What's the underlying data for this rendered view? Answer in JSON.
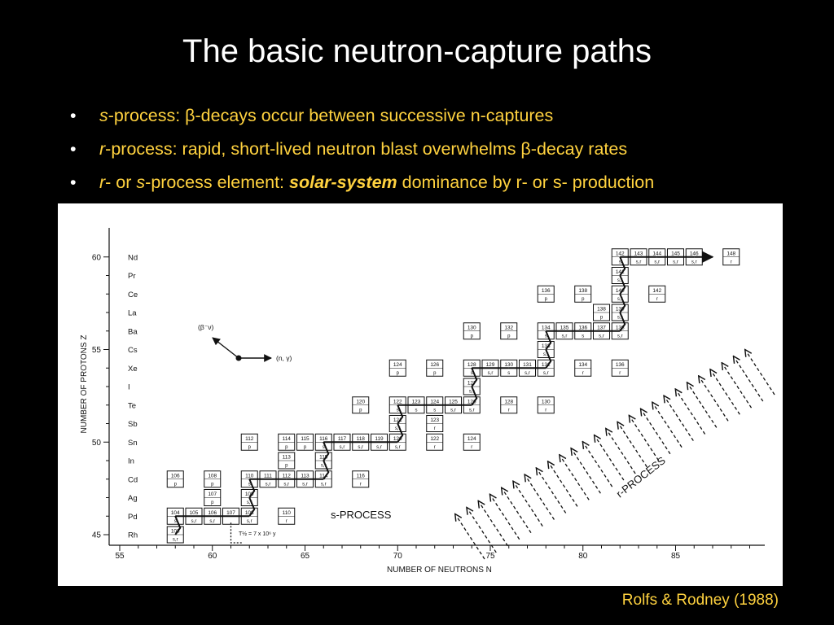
{
  "slide": {
    "title": "The basic neutron-capture paths",
    "bullets": [
      {
        "parts": [
          {
            "text": "s",
            "style": "italic"
          },
          {
            "text": "-process: β-decays occur between successive n-captures",
            "style": "normal"
          }
        ]
      },
      {
        "parts": [
          {
            "text": "r",
            "style": "italic"
          },
          {
            "text": "-process: rapid, short-lived neutron blast overwhelms β-decay rates",
            "style": "normal"
          }
        ]
      },
      {
        "parts": [
          {
            "text": "r",
            "style": "italic"
          },
          {
            "text": "- or ",
            "style": "normal"
          },
          {
            "text": "s",
            "style": "italic"
          },
          {
            "text": "-process element: ",
            "style": "normal"
          },
          {
            "text": "solar-system",
            "style": "bold-italic"
          },
          {
            "text": " dominance by r- or s- production",
            "style": "normal"
          }
        ]
      }
    ],
    "bullet_symbol": "•",
    "citation": "Rolfs & Rodney (1988)",
    "colors": {
      "background": "#000000",
      "title": "#ffffff",
      "text": "#ffd23f"
    }
  },
  "figure": {
    "x_axis_label": "NUMBER OF NEUTRONS N",
    "y_axis_label": "NUMBER OF PROTONS Z",
    "x_ticks": [
      55,
      60,
      65,
      70,
      75,
      80,
      85
    ],
    "y_ticks": [
      45,
      50,
      55,
      60
    ],
    "elements": [
      {
        "z": 45,
        "symbol": "Rh"
      },
      {
        "z": 46,
        "symbol": "Pd"
      },
      {
        "z": 47,
        "symbol": "Ag"
      },
      {
        "z": 48,
        "symbol": "Cd"
      },
      {
        "z": 49,
        "symbol": "In"
      },
      {
        "z": 50,
        "symbol": "Sn"
      },
      {
        "z": 51,
        "symbol": "Sb"
      },
      {
        "z": 52,
        "symbol": "Te"
      },
      {
        "z": 53,
        "symbol": "I"
      },
      {
        "z": 54,
        "symbol": "Xe"
      },
      {
        "z": 55,
        "symbol": "Cs"
      },
      {
        "z": 56,
        "symbol": "Ba"
      },
      {
        "z": 57,
        "symbol": "La"
      },
      {
        "z": 58,
        "symbol": "Ce"
      },
      {
        "z": 59,
        "symbol": "Pr"
      },
      {
        "z": 60,
        "symbol": "Nd"
      }
    ],
    "isotopes": [
      {
        "z": 45,
        "n": 58,
        "a": "103",
        "o": "s,r"
      },
      {
        "z": 46,
        "n": 58,
        "a": "104",
        "o": "s"
      },
      {
        "z": 46,
        "n": 59,
        "a": "105",
        "o": "s,r"
      },
      {
        "z": 46,
        "n": 60,
        "a": "106",
        "o": "s,r"
      },
      {
        "z": 46,
        "n": 61,
        "a": "107",
        "o": ""
      },
      {
        "z": 46,
        "n": 62,
        "a": "108",
        "o": "s,r"
      },
      {
        "z": 46,
        "n": 64,
        "a": "110",
        "o": "r"
      },
      {
        "z": 47,
        "n": 60,
        "a": "107",
        "o": "p"
      },
      {
        "z": 47,
        "n": 62,
        "a": "109",
        "o": "s,r"
      },
      {
        "z": 48,
        "n": 58,
        "a": "106",
        "o": "p"
      },
      {
        "z": 48,
        "n": 60,
        "a": "108",
        "o": "p"
      },
      {
        "z": 48,
        "n": 62,
        "a": "110",
        "o": "s"
      },
      {
        "z": 48,
        "n": 63,
        "a": "111",
        "o": "s,r"
      },
      {
        "z": 48,
        "n": 64,
        "a": "112",
        "o": "s,r"
      },
      {
        "z": 48,
        "n": 65,
        "a": "113",
        "o": "s,r"
      },
      {
        "z": 48,
        "n": 66,
        "a": "114",
        "o": "s,r"
      },
      {
        "z": 48,
        "n": 68,
        "a": "116",
        "o": "r"
      },
      {
        "z": 49,
        "n": 64,
        "a": "113",
        "o": "p"
      },
      {
        "z": 49,
        "n": 66,
        "a": "115",
        "o": "s,r"
      },
      {
        "z": 50,
        "n": 62,
        "a": "112",
        "o": "p"
      },
      {
        "z": 50,
        "n": 64,
        "a": "114",
        "o": "p"
      },
      {
        "z": 50,
        "n": 65,
        "a": "115",
        "o": "p"
      },
      {
        "z": 50,
        "n": 66,
        "a": "116",
        "o": "s"
      },
      {
        "z": 50,
        "n": 67,
        "a": "117",
        "o": "s,r"
      },
      {
        "z": 50,
        "n": 68,
        "a": "118",
        "o": "s,r"
      },
      {
        "z": 50,
        "n": 69,
        "a": "119",
        "o": "s,r"
      },
      {
        "z": 50,
        "n": 70,
        "a": "120",
        "o": "s,r"
      },
      {
        "z": 50,
        "n": 72,
        "a": "122",
        "o": "r"
      },
      {
        "z": 50,
        "n": 74,
        "a": "124",
        "o": "r"
      },
      {
        "z": 51,
        "n": 70,
        "a": "121",
        "o": "s,r"
      },
      {
        "z": 51,
        "n": 72,
        "a": "123",
        "o": "r"
      },
      {
        "z": 52,
        "n": 68,
        "a": "120",
        "o": "p"
      },
      {
        "z": 52,
        "n": 70,
        "a": "122",
        "o": "s"
      },
      {
        "z": 52,
        "n": 71,
        "a": "123",
        "o": "s"
      },
      {
        "z": 52,
        "n": 72,
        "a": "124",
        "o": "s"
      },
      {
        "z": 52,
        "n": 73,
        "a": "125",
        "o": "s,r"
      },
      {
        "z": 52,
        "n": 74,
        "a": "126",
        "o": "s,r"
      },
      {
        "z": 52,
        "n": 76,
        "a": "128",
        "o": "r"
      },
      {
        "z": 52,
        "n": 78,
        "a": "130",
        "o": "r"
      },
      {
        "z": 53,
        "n": 74,
        "a": "127",
        "o": "s,r"
      },
      {
        "z": 54,
        "n": 70,
        "a": "124",
        "o": "p"
      },
      {
        "z": 54,
        "n": 72,
        "a": "126",
        "o": "p"
      },
      {
        "z": 54,
        "n": 74,
        "a": "128",
        "o": "s"
      },
      {
        "z": 54,
        "n": 75,
        "a": "129",
        "o": "s,r"
      },
      {
        "z": 54,
        "n": 76,
        "a": "130",
        "o": "s"
      },
      {
        "z": 54,
        "n": 77,
        "a": "131",
        "o": "s,r"
      },
      {
        "z": 54,
        "n": 78,
        "a": "132",
        "o": "s,r"
      },
      {
        "z": 54,
        "n": 80,
        "a": "134",
        "o": "r"
      },
      {
        "z": 54,
        "n": 82,
        "a": "136",
        "o": "r"
      },
      {
        "z": 55,
        "n": 78,
        "a": "133",
        "o": "s,r"
      },
      {
        "z": 56,
        "n": 74,
        "a": "130",
        "o": "p"
      },
      {
        "z": 56,
        "n": 76,
        "a": "132",
        "o": "p"
      },
      {
        "z": 56,
        "n": 78,
        "a": "134",
        "o": "s"
      },
      {
        "z": 56,
        "n": 79,
        "a": "135",
        "o": "s,r"
      },
      {
        "z": 56,
        "n": 80,
        "a": "136",
        "o": "s"
      },
      {
        "z": 56,
        "n": 81,
        "a": "137",
        "o": "s,r"
      },
      {
        "z": 56,
        "n": 82,
        "a": "138",
        "o": "s,r"
      },
      {
        "z": 57,
        "n": 81,
        "a": "138",
        "o": "p"
      },
      {
        "z": 57,
        "n": 82,
        "a": "139",
        "o": "s,r"
      },
      {
        "z": 58,
        "n": 78,
        "a": "136",
        "o": "p"
      },
      {
        "z": 58,
        "n": 80,
        "a": "138",
        "o": "p"
      },
      {
        "z": 58,
        "n": 82,
        "a": "140",
        "o": "s,r"
      },
      {
        "z": 58,
        "n": 84,
        "a": "142",
        "o": "r"
      },
      {
        "z": 59,
        "n": 82,
        "a": "141",
        "o": "s,r"
      },
      {
        "z": 60,
        "n": 82,
        "a": "142",
        "o": "s"
      },
      {
        "z": 60,
        "n": 83,
        "a": "143",
        "o": "s,r"
      },
      {
        "z": 60,
        "n": 84,
        "a": "144",
        "o": "s,r"
      },
      {
        "z": 60,
        "n": 85,
        "a": "145",
        "o": "s,r"
      },
      {
        "z": 60,
        "n": 86,
        "a": "146",
        "o": "s,r"
      },
      {
        "z": 60,
        "n": 88,
        "a": "148",
        "o": "r"
      }
    ],
    "s_path": [
      [
        58,
        45
      ],
      [
        58,
        46
      ],
      [
        59,
        46
      ],
      [
        60,
        46
      ],
      [
        61,
        46
      ],
      [
        62,
        46
      ],
      [
        62,
        47
      ],
      [
        62,
        48
      ],
      [
        63,
        48
      ],
      [
        64,
        48
      ],
      [
        65,
        48
      ],
      [
        66,
        48
      ],
      [
        66,
        49
      ],
      [
        66,
        50
      ],
      [
        67,
        50
      ],
      [
        68,
        50
      ],
      [
        69,
        50
      ],
      [
        70,
        50
      ],
      [
        70,
        51
      ],
      [
        70,
        52
      ],
      [
        71,
        52
      ],
      [
        72,
        52
      ],
      [
        73,
        52
      ],
      [
        74,
        52
      ],
      [
        74,
        53
      ],
      [
        74,
        54
      ],
      [
        75,
        54
      ],
      [
        76,
        54
      ],
      [
        77,
        54
      ],
      [
        78,
        54
      ],
      [
        78,
        55
      ],
      [
        78,
        56
      ],
      [
        79,
        56
      ],
      [
        80,
        56
      ],
      [
        81,
        56
      ],
      [
        82,
        56
      ],
      [
        82,
        57
      ],
      [
        82,
        58
      ],
      [
        82,
        59
      ],
      [
        82,
        60
      ],
      [
        83,
        60
      ],
      [
        84,
        60
      ],
      [
        85,
        60
      ],
      [
        86,
        60
      ],
      [
        87,
        60
      ]
    ],
    "legend": {
      "decay": "(β⁻ν)",
      "capture": "(n, γ)"
    },
    "labels": {
      "s_process": "s-PROCESS",
      "r_process": "r-PROCESS",
      "half_life": "T½ = 7 x 10⁶ y"
    }
  }
}
